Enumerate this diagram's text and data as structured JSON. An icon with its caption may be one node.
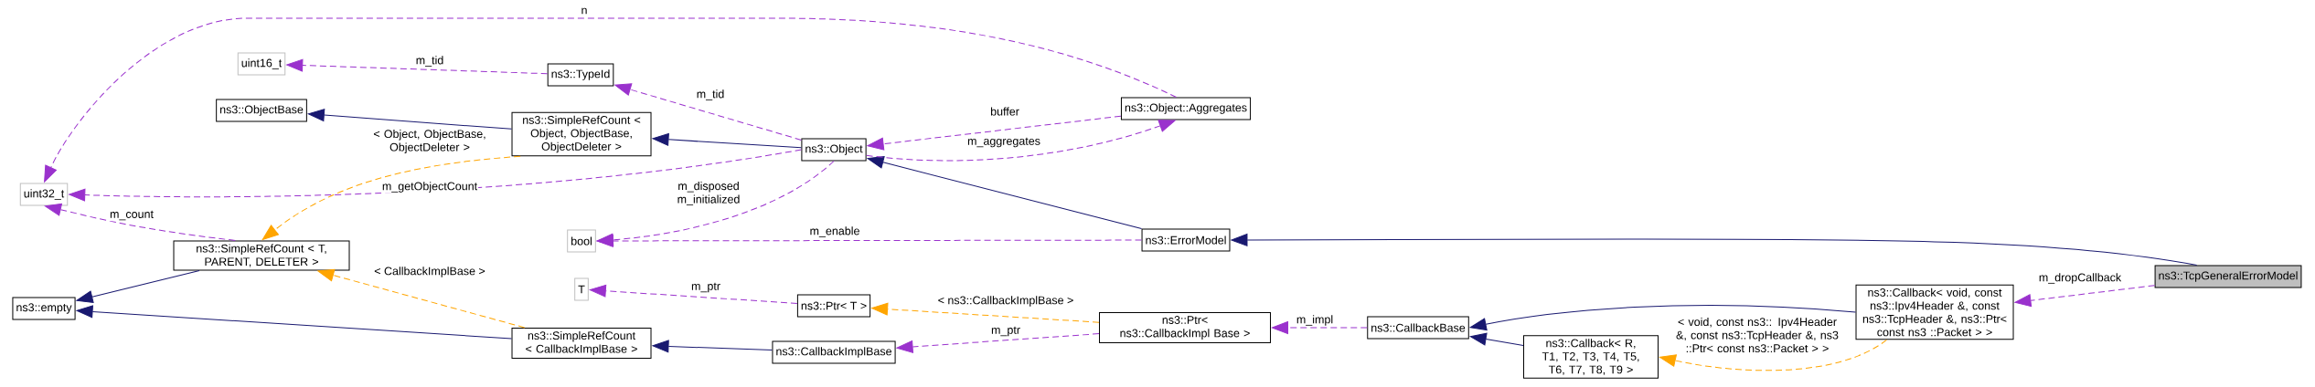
{
  "diagram": {
    "nodes": [
      {
        "text": [
          "ns3::TcpGeneralErrorModel"
        ]
      },
      {
        "text": [
          "ns3::ErrorModel"
        ]
      },
      {
        "text": [
          "ns3::Object"
        ]
      },
      {
        "text": [
          "ns3::SimpleRefCount < Object, ObjectBase, ObjectDeleter >"
        ]
      },
      {
        "text": [
          "ns3::ObjectBase"
        ]
      },
      {
        "text": [
          "ns3::SimpleRefCount < T, PARENT, DELETER >"
        ]
      },
      {
        "text": [
          "ns3::empty"
        ]
      },
      {
        "text": [
          "uint32_t"
        ]
      },
      {
        "text": [
          "uint16_t"
        ]
      },
      {
        "text": [
          "ns3::TypeId"
        ]
      },
      {
        "text": [
          "ns3::Object::Aggregates"
        ]
      },
      {
        "text": [
          "bool"
        ]
      },
      {
        "text": [
          "ns3::Callback< void, const ns3::Ipv4Header &, const ns3::TcpHeader &, ns3::Ptr< const ns3 ::Packet > >"
        ]
      },
      {
        "text": [
          "ns3::CallbackBase"
        ]
      },
      {
        "text": [
          "ns3::Callback< R, T1, T2, T3, T4, T5, T6, T7, T8, T9 >"
        ]
      },
      {
        "text": [
          "ns3::Ptr< ns3::CallbackImpl Base >"
        ]
      },
      {
        "text": [
          "ns3::CallbackImplBase"
        ]
      },
      {
        "text": [
          "ns3::Ptr< T >"
        ]
      },
      {
        "text": [
          "T"
        ]
      },
      {
        "text": [
          "ns3::SimpleRefCount < CallbackImplBase >"
        ]
      }
    ],
    "edges": [
      {
        "from": 0,
        "to": 1,
        "arrow": "to",
        "color": "#191970"
      },
      {
        "from": 0,
        "to": 12,
        "arrow": "to",
        "style": "dashed",
        "label": "m_dropCallback"
      },
      {
        "from": 1,
        "to": 2,
        "arrow": "to",
        "color": "#191970"
      },
      {
        "from": 1,
        "to": 11,
        "arrow": "to",
        "style": "dashed",
        "label": "m_enable"
      },
      {
        "from": 2,
        "to": 3,
        "arrow": "to",
        "color": "#191970"
      },
      {
        "from": 3,
        "to": 4,
        "arrow": "to",
        "color": "#191970"
      },
      {
        "from": 2,
        "to": 11,
        "arrow": "to",
        "style": "dashed",
        "label": "m_disposed m_initialized"
      },
      {
        "from": 2,
        "to": 7,
        "arrow": "to",
        "style": "dashed",
        "label": "m_getObjectCount"
      },
      {
        "from": 2,
        "to": 10,
        "arrow": "to",
        "style": "dashed",
        "label": "m_aggregates"
      },
      {
        "from": 10,
        "to": 2,
        "arrow": "to",
        "style": "dashed",
        "label": "buffer"
      },
      {
        "from": 10,
        "to": 7,
        "arrow": "to",
        "style": "dashed",
        "label": "n"
      },
      {
        "from": 2,
        "to": 9,
        "arrow": "to",
        "style": "dashed",
        "label": "m_tid"
      },
      {
        "from": 9,
        "to": 8,
        "arrow": "to",
        "style": "dashed",
        "label": "m_tid"
      },
      {
        "from": 3,
        "to": 5,
        "arrow": "to",
        "style": "dashed",
        "color": "#ffa500",
        "label": "< Object, ObjectBase, ObjectDeleter >"
      },
      {
        "from": 5,
        "to": 7,
        "arrow": "to",
        "style": "dashed",
        "label": "m_count"
      },
      {
        "from": 5,
        "to": 6,
        "arrow": "to",
        "color": "#191970"
      },
      {
        "from": 19,
        "to": 5,
        "arrow": "to",
        "style": "dashed",
        "color": "#ffa500",
        "label": "< CallbackImplBase >"
      },
      {
        "from": 19,
        "to": 6,
        "arrow": "to",
        "color": "#191970"
      },
      {
        "from": 16,
        "to": 19,
        "arrow": "to",
        "color": "#191970"
      },
      {
        "from": 15,
        "to": 16,
        "arrow": "to",
        "style": "dashed",
        "label": "m_ptr"
      },
      {
        "from": 15,
        "to": 17,
        "arrow": "to",
        "style": "dashed",
        "color": "#ffa500",
        "label": "< ns3::CallbackImplBase >"
      },
      {
        "from": 17,
        "to": 18,
        "arrow": "to",
        "style": "dashed",
        "label": "m_ptr"
      },
      {
        "from": 13,
        "to": 15,
        "arrow": "to",
        "style": "dashed",
        "label": "m_impl"
      },
      {
        "from": 12,
        "to": 13,
        "arrow": "to",
        "color": "#191970"
      },
      {
        "from": 14,
        "to": 13,
        "arrow": "to",
        "color": "#191970"
      },
      {
        "from": 12,
        "to": 14,
        "arrow": "to",
        "style": "dashed",
        "color": "#ffa500",
        "label": "< void, const ns3:: Ipv4Header &, const ns3::TcpHeader &, ns3 ::Ptr< const ns3::Packet > >"
      }
    ]
  }
}
